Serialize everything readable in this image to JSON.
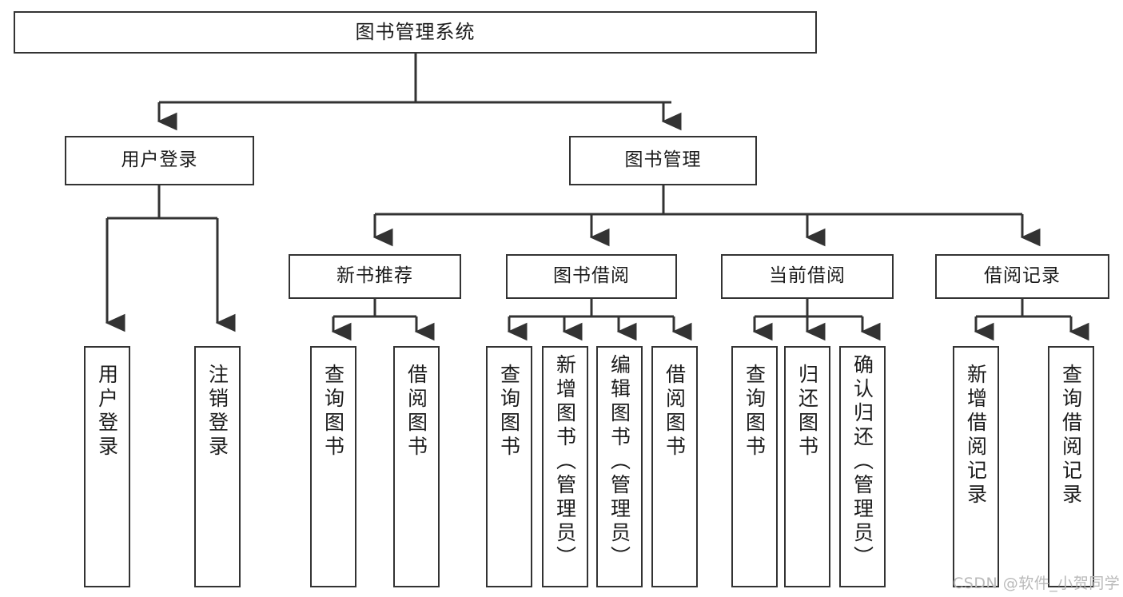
{
  "diagram": {
    "title": "图书管理系统",
    "type": "tree-hierarchy-diagram",
    "theme": {
      "background": "#ffffff",
      "node_border": "#333333",
      "node_fill": "#ffffff",
      "text": "#1b1b1b",
      "edge": "#333333",
      "watermark": "#b9b9b9"
    },
    "root": {
      "label": "图书管理系统"
    },
    "level2": [
      {
        "id": "user-login",
        "label": "用户登录"
      },
      {
        "id": "book-manage",
        "label": "图书管理"
      }
    ],
    "level3": [
      {
        "id": "new-book-recommend",
        "label": "新书推荐"
      },
      {
        "id": "book-borrow",
        "label": "图书借阅"
      },
      {
        "id": "current-borrow",
        "label": "当前借阅"
      },
      {
        "id": "borrow-record",
        "label": "借阅记录"
      }
    ],
    "leaves": {
      "user_login": [
        {
          "id": "leaf-user-login",
          "label": "用户登录"
        },
        {
          "id": "leaf-logout-login",
          "label": "注销登录"
        }
      ],
      "new_book_recommend": [
        {
          "id": "leaf-query-book-1",
          "label": "查询图书"
        },
        {
          "id": "leaf-borrow-book-1",
          "label": "借阅图书"
        }
      ],
      "book_borrow": [
        {
          "id": "leaf-query-book-2",
          "label": "查询图书"
        },
        {
          "id": "leaf-add-book",
          "label": "新增图书（管理员）"
        },
        {
          "id": "leaf-edit-book",
          "label": "编辑图书（管理员）"
        },
        {
          "id": "leaf-borrow-book-2",
          "label": "借阅图书"
        }
      ],
      "current_borrow": [
        {
          "id": "leaf-query-book-3",
          "label": "查询图书"
        },
        {
          "id": "leaf-return-book",
          "label": "归还图书"
        },
        {
          "id": "leaf-confirm-return",
          "label": "确认归还（管理员）"
        }
      ],
      "borrow_record": [
        {
          "id": "leaf-add-record",
          "label": "新增借阅记录"
        },
        {
          "id": "leaf-query-record",
          "label": "查询借阅记录"
        }
      ]
    },
    "watermark": "CSDN @软件_小贺同学"
  }
}
